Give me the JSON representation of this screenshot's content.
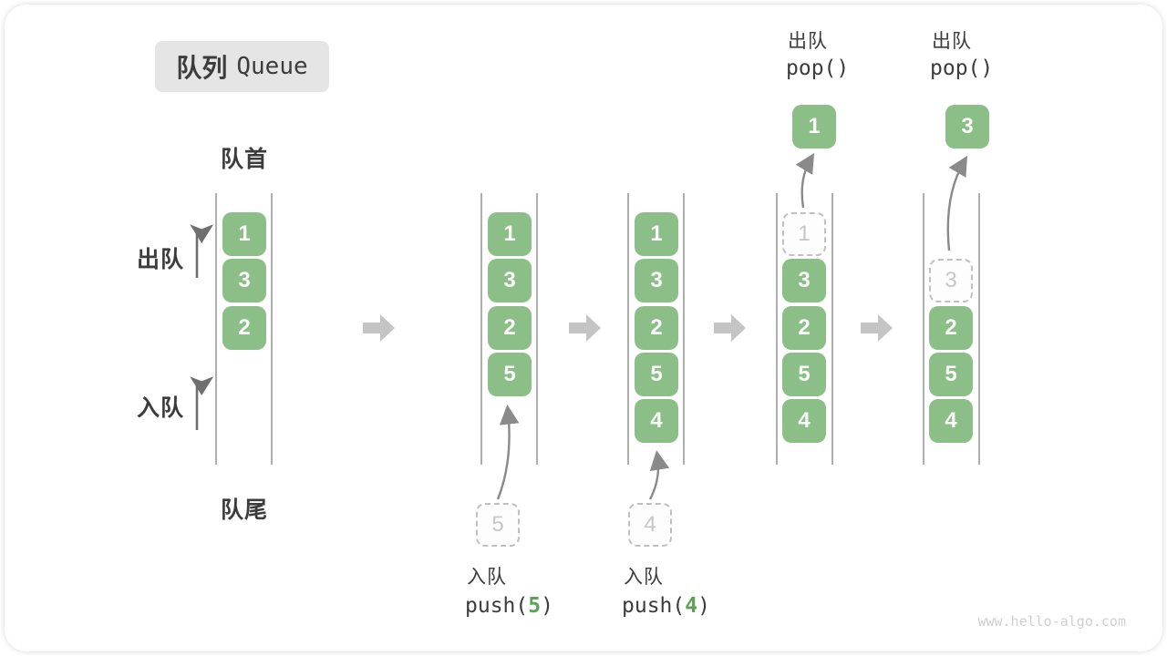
{
  "title": {
    "zh": "队列",
    "en": "Queue"
  },
  "labels": {
    "front": "队首",
    "rear": "队尾",
    "dequeue": "出队",
    "enqueue": "入队"
  },
  "stages": [
    {
      "name": "initial",
      "cells": [
        "1",
        "3",
        "2"
      ]
    },
    {
      "name": "after-push-5",
      "cells": [
        "1",
        "3",
        "2",
        "5"
      ],
      "incoming": "5",
      "op": {
        "label": "入队",
        "fn": "push(",
        "arg": "5",
        "close": ")"
      }
    },
    {
      "name": "after-push-4",
      "cells": [
        "1",
        "3",
        "2",
        "5",
        "4"
      ],
      "incoming": "4",
      "op": {
        "label": "入队",
        "fn": "push(",
        "arg": "4",
        "close": ")"
      }
    },
    {
      "name": "after-pop-1",
      "dashed": "1",
      "cells": [
        "3",
        "2",
        "5",
        "4"
      ],
      "popped": "1",
      "op": {
        "label": "出队",
        "fn": "pop()"
      }
    },
    {
      "name": "after-pop-3",
      "dashed": "3",
      "cells": [
        "2",
        "5",
        "4"
      ],
      "popped": "3",
      "op": {
        "label": "出队",
        "fn": "pop()"
      }
    }
  ],
  "watermark": "www.hello-algo.com",
  "colors": {
    "element-green": "#8CBE88",
    "code-arg-green": "#5da154",
    "text-ink": "#3c3c3c",
    "container-line": "#9a9a9a",
    "dashed-border": "#c0c0c0"
  }
}
